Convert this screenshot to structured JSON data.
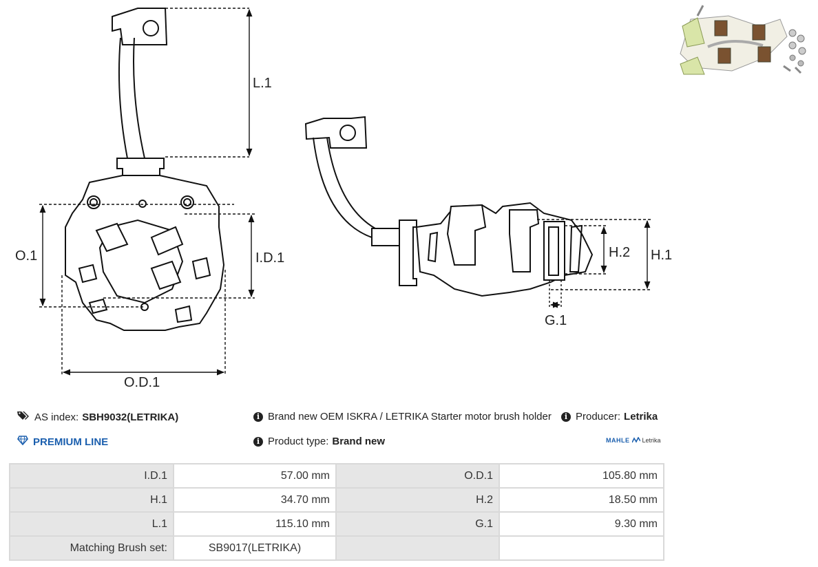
{
  "dimensions": {
    "l1": "L.1",
    "od1": "O.D.1",
    "id1": "I.D.1",
    "o1": "O.1",
    "h1": "H.1",
    "h2": "H.2",
    "g1": "G.1"
  },
  "info": {
    "as_index_label": "AS index:",
    "as_index_value": "SBH9032(LETRIKA)",
    "premium": "PREMIUM LINE",
    "description": "Brand new OEM ISKRA / LETRIKA Starter motor brush holder",
    "producer_label": "Producer:",
    "producer_value": "Letrika",
    "product_type_label": "Product type:",
    "product_type_value": "Brand new",
    "logo_mahle": "MAHLE",
    "logo_letrika": "Letrika"
  },
  "specs": [
    [
      "I.D.1",
      "57.00 mm",
      "O.D.1",
      "105.80 mm"
    ],
    [
      "H.1",
      "34.70 mm",
      "H.2",
      "18.50 mm"
    ],
    [
      "L.1",
      "115.10 mm",
      "G.1",
      "9.30 mm"
    ],
    [
      "Matching Brush set:",
      "SB9017(LETRIKA)",
      "",
      ""
    ]
  ],
  "icons": {
    "tag": "tags-icon",
    "info": "info-circle-icon",
    "diamond": "diamond-icon"
  },
  "colors": {
    "accent": "#1b5fae",
    "label_bg": "#e6e6e6",
    "border": "#d9d9d9"
  }
}
